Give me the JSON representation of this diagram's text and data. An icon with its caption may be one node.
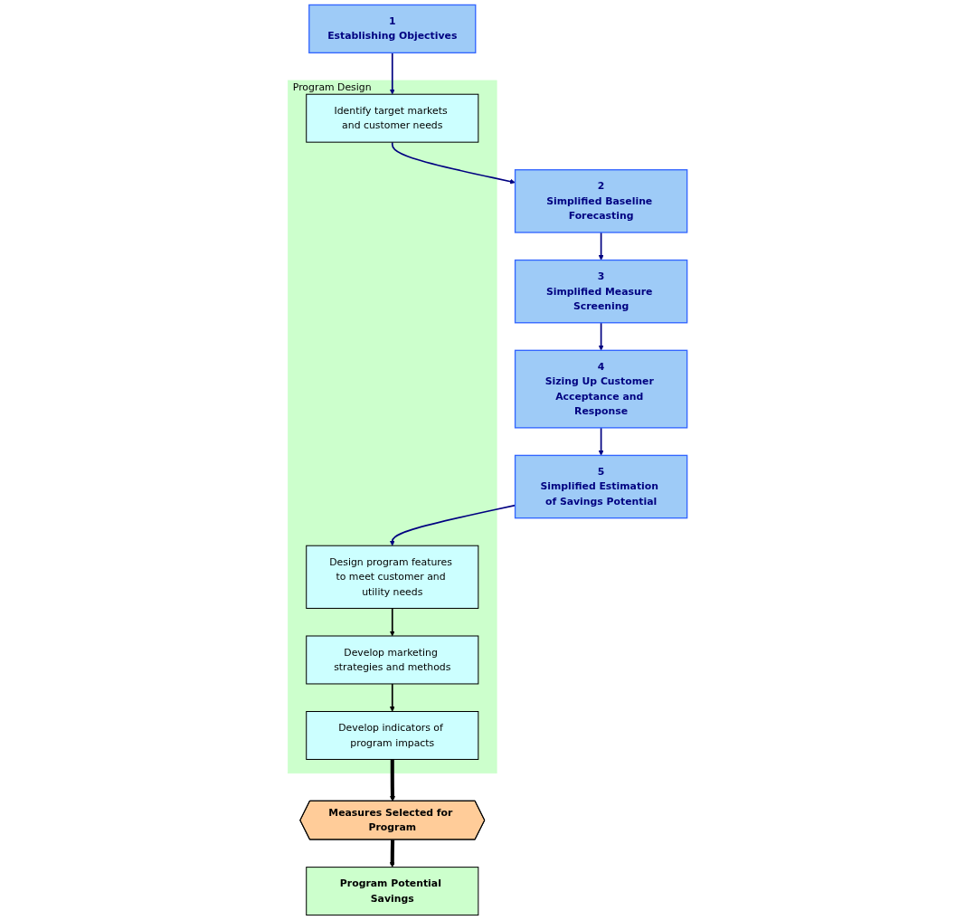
{
  "diagram": {
    "nodes": [
      {
        "text": [
          "1",
          "Establishing Objectives"
        ]
      },
      {
        "text": [
          "2",
          "Simplified Baseline Forecasting"
        ]
      },
      {
        "text": [
          "3",
          "Simplified Measure Screening"
        ]
      },
      {
        "text": [
          "4",
          "Sizing Up Customer Acceptance and Response"
        ]
      },
      {
        "text": [
          "5",
          "Simplified Estimation of Savings Potential"
        ]
      },
      {
        "text": [
          "Program Design"
        ]
      },
      {
        "text": [
          "Identify target markets and customer needs"
        ],
        "in": 5
      },
      {
        "text": [
          "Design program features to meet customer and utility needs"
        ],
        "in": 5
      },
      {
        "text": [
          "Develop marketing strategies and methods"
        ],
        "in": 5
      },
      {
        "text": [
          "Develop indicators of program impacts"
        ],
        "in": 5
      },
      {
        "text": [
          "Program Potential Savings"
        ]
      },
      {
        "text": [
          "Measures Selected for Program"
        ]
      }
    ],
    "edges": [
      {
        "from": 0,
        "to": 6,
        "arrow": "to"
      },
      {
        "from": 6,
        "to": 1,
        "arrow": "to"
      },
      {
        "from": 1,
        "to": 2,
        "arrow": "to"
      },
      {
        "from": 2,
        "to": 3,
        "arrow": "to"
      },
      {
        "from": 3,
        "to": 4,
        "arrow": "to"
      },
      {
        "from": 4,
        "to": 7,
        "arrow": "to"
      },
      {
        "from": 7,
        "to": 8,
        "arrow": "to",
        "color": "#000000"
      },
      {
        "from": 8,
        "to": 9,
        "arrow": "to",
        "color": "#000000"
      },
      {
        "from": 9,
        "to": 11,
        "arrow": "to",
        "style": "thick",
        "color": "#000000"
      },
      {
        "from": 11,
        "to": 10,
        "arrow": "to",
        "style": "thick",
        "color": "#000000"
      }
    ]
  }
}
